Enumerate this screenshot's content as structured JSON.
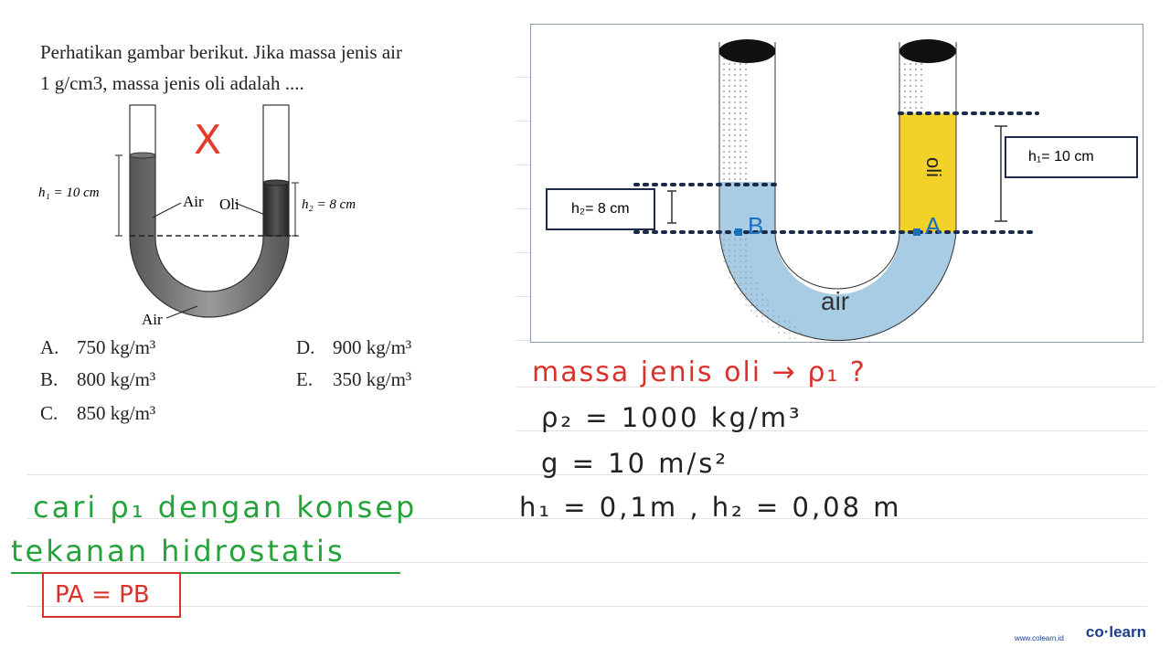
{
  "question": {
    "line1": "Perhatikan gambar berikut. Jika massa jenis air",
    "line2": "1 g/cm3, massa jenis oli adalah ....",
    "figure": {
      "h1_label": "h₁ = 10 cm",
      "h2_label": "h₂ = 8 cm",
      "air_label_top": "Air",
      "oli_label": "Oli",
      "air_label_bottom": "Air",
      "cross_mark": "X"
    },
    "options": [
      {
        "letter": "A.",
        "value": "750 kg/m³"
      },
      {
        "letter": "B.",
        "value": "800 kg/m³"
      },
      {
        "letter": "C.",
        "value": "850 kg/m³"
      },
      {
        "letter": "D.",
        "value": "900 kg/m³"
      },
      {
        "letter": "E.",
        "value": "350 kg/m³"
      }
    ]
  },
  "diagram": {
    "h1_box": "h₁= 10 cm",
    "h2_box": "h₂= 8 cm",
    "oli_label": "oli",
    "air_label": "air",
    "point_a": "A",
    "point_b": "B",
    "colors": {
      "water": "#a8cce4",
      "oil": "#f2d229",
      "point": "#1a6fbf"
    }
  },
  "notes": {
    "line1": "massa jenis oli → ρ₁ ?",
    "line2": "ρ₂ = 1000 kg/m³",
    "line3": "g = 10 m/s²",
    "line4": "h₁ = 0,1m , h₂ = 0,08 m",
    "green1": "cari ρ₁ dengan konsep",
    "green2": "tekanan hidrostatis",
    "boxed": "P_A = P_B",
    "boxed_left": "PA",
    "boxed_eq": "=",
    "boxed_right": "PB"
  },
  "footer": {
    "url": "www.colearn.id",
    "brand": "co·learn"
  }
}
